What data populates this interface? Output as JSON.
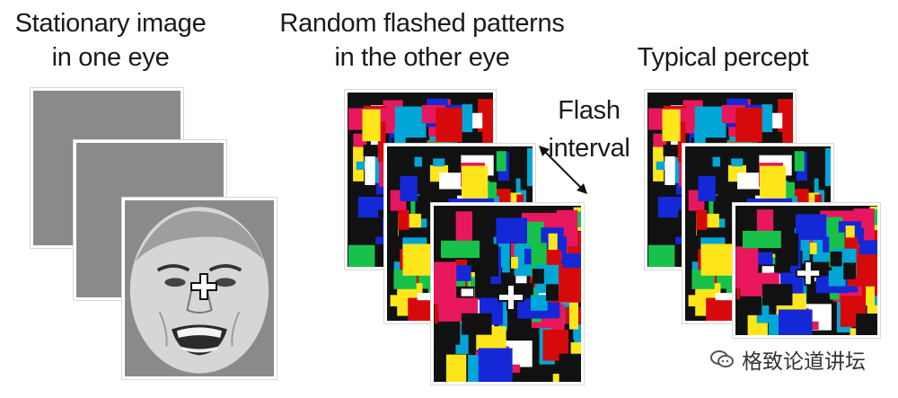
{
  "labels": {
    "stationary_line1": "Stationary image",
    "stationary_line2": "in one eye",
    "random_line1": "Random flashed patterns",
    "random_line2": "in the other eye",
    "typical": "Typical percept",
    "flash_line1": "Flash",
    "flash_line2": "interval"
  },
  "watermark": {
    "text": "格致论道讲坛",
    "icon": "chat-bubbles-icon"
  },
  "icons": {
    "fixation": "fixation-cross-icon",
    "arrow": "double-arrow-icon"
  },
  "colors": {
    "pattern_palette": [
      "#e8175d",
      "#1428d8",
      "#18c24a",
      "#ffe61a",
      "#ffffff",
      "#d60a0a",
      "#00a6d6",
      "#111111"
    ]
  }
}
